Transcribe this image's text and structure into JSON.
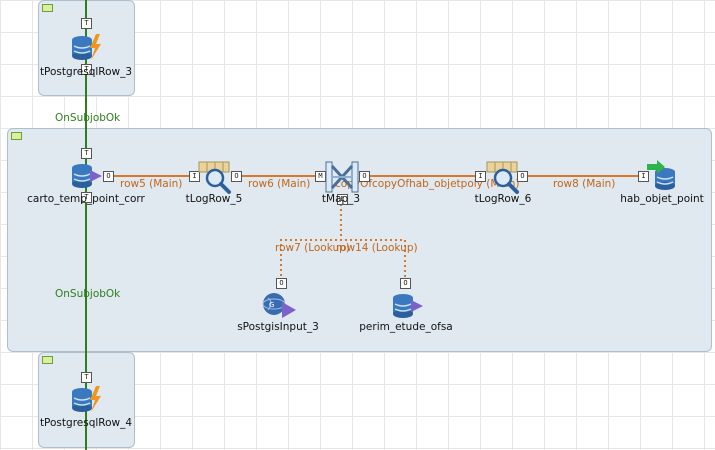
{
  "subjobs": [
    {
      "name": "subjob-top"
    },
    {
      "name": "subjob-main"
    },
    {
      "name": "subjob-bottom"
    }
  ],
  "components": {
    "tpostgresqlrow3": {
      "label": "tPostgresqlRow_3",
      "icon": "postgresql-row-icon"
    },
    "carto_temp": {
      "label": "carto_temp_point_corr",
      "icon": "postgresql-input-icon"
    },
    "tlogrow5": {
      "label": "tLogRow_5",
      "icon": "log-row-icon"
    },
    "tmap3": {
      "label": "tMap_3",
      "icon": "tmap-icon"
    },
    "tlogrow6": {
      "label": "tLogRow_6",
      "icon": "log-row-icon"
    },
    "hab_objet_point": {
      "label": "hab_objet_point",
      "icon": "postgresql-output-icon"
    },
    "spostgisinput3": {
      "label": "sPostgisInput_3",
      "icon": "postgis-input-icon"
    },
    "perim_etude_ofsa": {
      "label": "perim_etude_ofsa",
      "icon": "postgresql-input-icon"
    },
    "tpostgresqlrow4": {
      "label": "tPostgresqlRow_4",
      "icon": "postgresql-row-icon"
    }
  },
  "links": {
    "row5": "row5 (Main)",
    "row6": "row6 (Main)",
    "copy": "copyOfcopyOfhab_objetpoly (Main)",
    "row8": "row8 (Main)",
    "row7": "row7 (Lookup)",
    "row14": "row14 (Lookup)"
  },
  "triggers": {
    "onsubjobok1": "OnSubjobOk",
    "onsubjobok2": "OnSubjobOk"
  },
  "colors": {
    "main_link": "#d7782a",
    "lookup_link": "#d7782a",
    "trigger_link": "#2f7d1f",
    "subjob_bg": "#dfe8f0",
    "canvas_grid": "#e6e6e6"
  }
}
